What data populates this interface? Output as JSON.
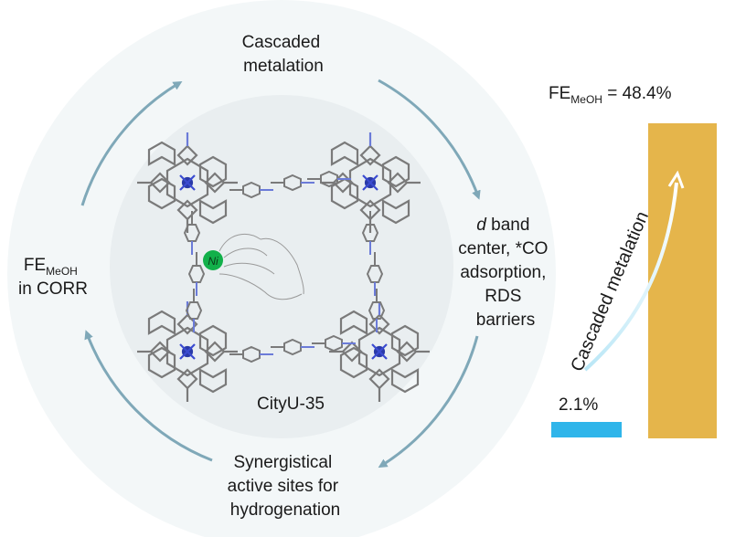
{
  "cycle": {
    "top": [
      "Cascaded",
      "metalation"
    ],
    "right": {
      "d": "d",
      "band": " band",
      "lines": [
        "center, *CO",
        "adsorption,",
        "RDS",
        "barriers"
      ]
    },
    "bottom": [
      "Synergistical",
      "active sites for",
      "hydrogenation"
    ],
    "left": {
      "fe": "FE",
      "fe_sub": "MeOH",
      "line2": "in CORR"
    }
  },
  "structure": {
    "name": "CityU-35",
    "metal": "Ni"
  },
  "bar_chart": {
    "fe": "FE",
    "fe_sub": "MeOH",
    "high_value": " = 48.4%",
    "low_value": "2.1%",
    "arrow_label": "Cascaded metalation",
    "colors": {
      "high": "#E5B54B",
      "low": "#2FB5EA",
      "arrow": "#9EDCF0",
      "cycle": "#7FA8B8",
      "ring": "#F3F7F8",
      "core": "#E9EEF0"
    }
  }
}
